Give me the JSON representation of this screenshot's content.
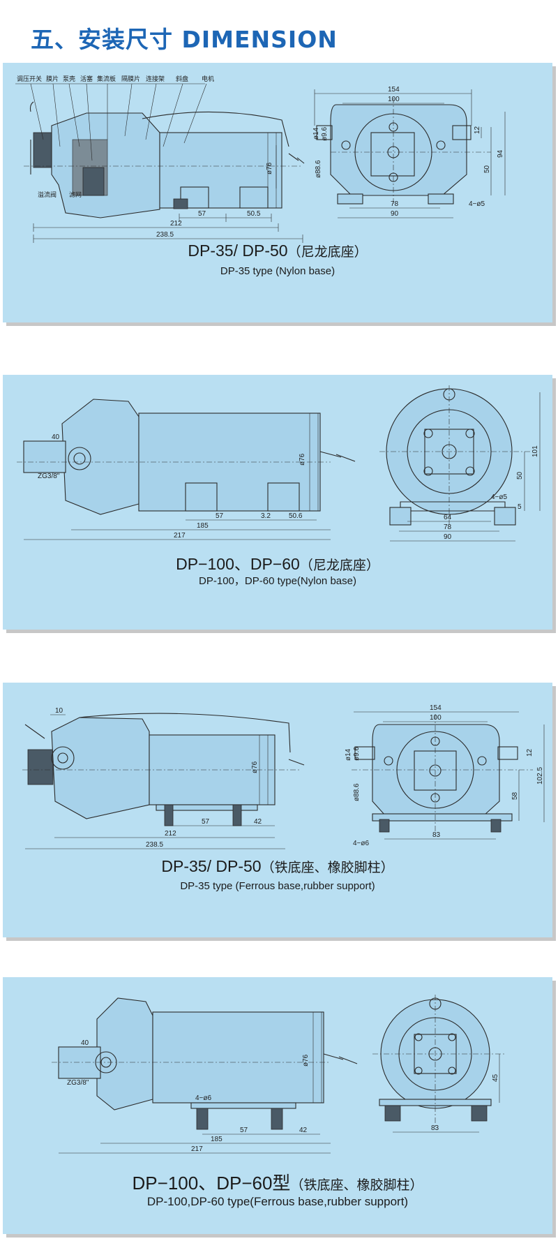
{
  "header": {
    "title": "五、安装尺寸 DIMENSION"
  },
  "panels": [
    {
      "caption_model": "DP-35/ DP-50",
      "caption_cn": "（尼龙底座）",
      "caption_en": "DP-35 type (Nylon  base)",
      "part_labels": [
        "调压开关",
        "膜片",
        "泵壳",
        "活塞",
        "集流板",
        "隔膜片",
        "连接架",
        "斜盘",
        "电机",
        "溢流阀",
        "滤网"
      ],
      "dims": {
        "side_57": "57",
        "side_50_5": "50.5",
        "side_212": "212",
        "side_238_5": "238.5",
        "side_d76": "ø76",
        "end_154": "154",
        "end_100": "100",
        "end_d14": "ø14",
        "end_d9_6": "ø9.6",
        "end_d88_6": "ø88.6",
        "end_12": "12",
        "end_94": "94",
        "end_50": "50",
        "end_78": "78",
        "end_90": "90",
        "end_4d5": "4−ø5"
      }
    },
    {
      "caption_model": "DP−100、DP−60",
      "caption_cn": "（尼龙底座）",
      "caption_en": "DP-100，DP-60 type(Nylon  base)",
      "dims": {
        "side_40": "40",
        "side_zg": "ZG3/8\"",
        "side_d76": "ø76",
        "side_57": "57",
        "side_3_2": "3.2",
        "side_50_6": "50.6",
        "side_185": "185",
        "side_217": "217",
        "end_101": "101",
        "end_50": "50",
        "end_4d5": "4−ø5",
        "end_5": "5",
        "end_64": "64",
        "end_78": "78",
        "end_90": "90"
      }
    },
    {
      "caption_model": "DP-35/ DP-50",
      "caption_cn": "（铁底座、橡胶脚柱）",
      "caption_en": "DP-35 type (Ferrous  base,rubber support)",
      "dims": {
        "side_10": "10",
        "side_d76": "ø76",
        "side_57": "57",
        "side_42": "42",
        "side_212": "212",
        "side_238_5": "238.5",
        "end_154": "154",
        "end_100": "100",
        "end_d14": "ø14",
        "end_d9_6": "ø9.6",
        "end_d88_6": "ø88.6",
        "end_12": "12",
        "end_102_5": "102.5",
        "end_58": "58",
        "end_4d6": "4−ø6",
        "end_83": "83"
      }
    },
    {
      "caption_model": "DP−100、DP−60型",
      "caption_cn": "（铁底座、橡胶脚柱）",
      "caption_en": "DP-100,DP-60  type(Ferrous base,rubber  support)",
      "dims": {
        "side_40": "40",
        "side_zg": "ZG3/8\"",
        "side_d76": "ø76",
        "side_4d6": "4−ø6",
        "side_57": "57",
        "side_42": "42",
        "side_185": "185",
        "side_217": "217",
        "end_45": "45",
        "end_83": "83"
      }
    }
  ]
}
